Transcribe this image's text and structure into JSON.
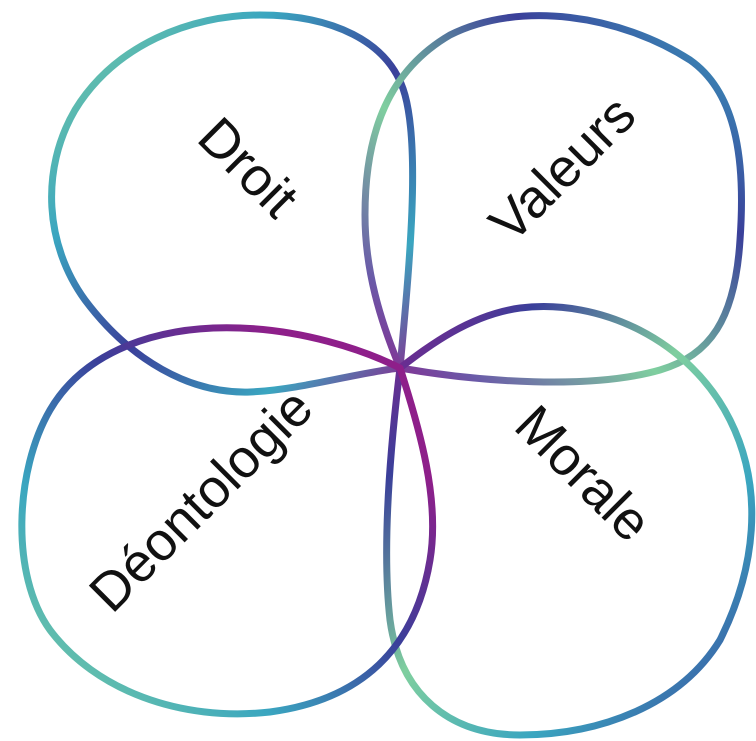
{
  "diagram": {
    "petals": [
      {
        "id": "top-left",
        "label": "Droit"
      },
      {
        "id": "top-right",
        "label": "Valeurs"
      },
      {
        "id": "bottom-right",
        "label": "Morale"
      },
      {
        "id": "bottom-left",
        "label": "Déontologie"
      }
    ],
    "colors": {
      "purple": "#8e1f8a",
      "indigo": "#3a3f9a",
      "teal": "#3aa6c0",
      "mint": "#7fcf9f"
    }
  }
}
